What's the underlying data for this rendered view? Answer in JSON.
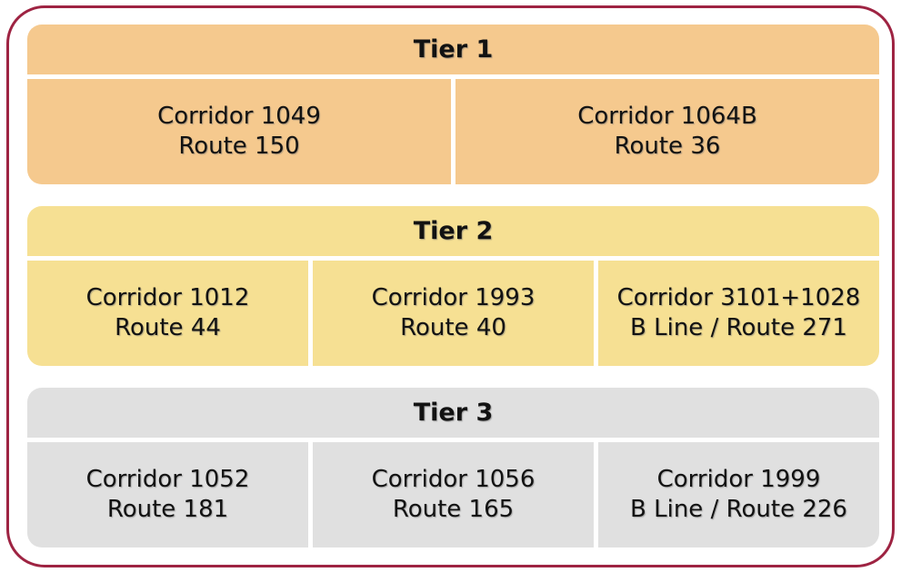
{
  "colors": {
    "frame_border": "#9e2342",
    "background": "#ffffff",
    "text": "#121212"
  },
  "tiers": [
    {
      "label": "Tier 1",
      "fill": "#f5c98e",
      "cells": [
        {
          "line1": "Corridor 1049",
          "line2": "Route 150"
        },
        {
          "line1": "Corridor 1064B",
          "line2": "Route 36"
        }
      ]
    },
    {
      "label": "Tier 2",
      "fill": "#f6e093",
      "cells": [
        {
          "line1": "Corridor 1012",
          "line2": "Route 44"
        },
        {
          "line1": "Corridor 1993",
          "line2": "Route 40"
        },
        {
          "line1": "Corridor 3101+1028",
          "line2": "B Line / Route 271"
        }
      ]
    },
    {
      "label": "Tier 3",
      "fill": "#e0e0e0",
      "cells": [
        {
          "line1": "Corridor 1052",
          "line2": "Route 181"
        },
        {
          "line1": "Corridor 1056",
          "line2": "Route 165"
        },
        {
          "line1": "Corridor 1999",
          "line2": "B Line / Route 226"
        }
      ]
    }
  ]
}
